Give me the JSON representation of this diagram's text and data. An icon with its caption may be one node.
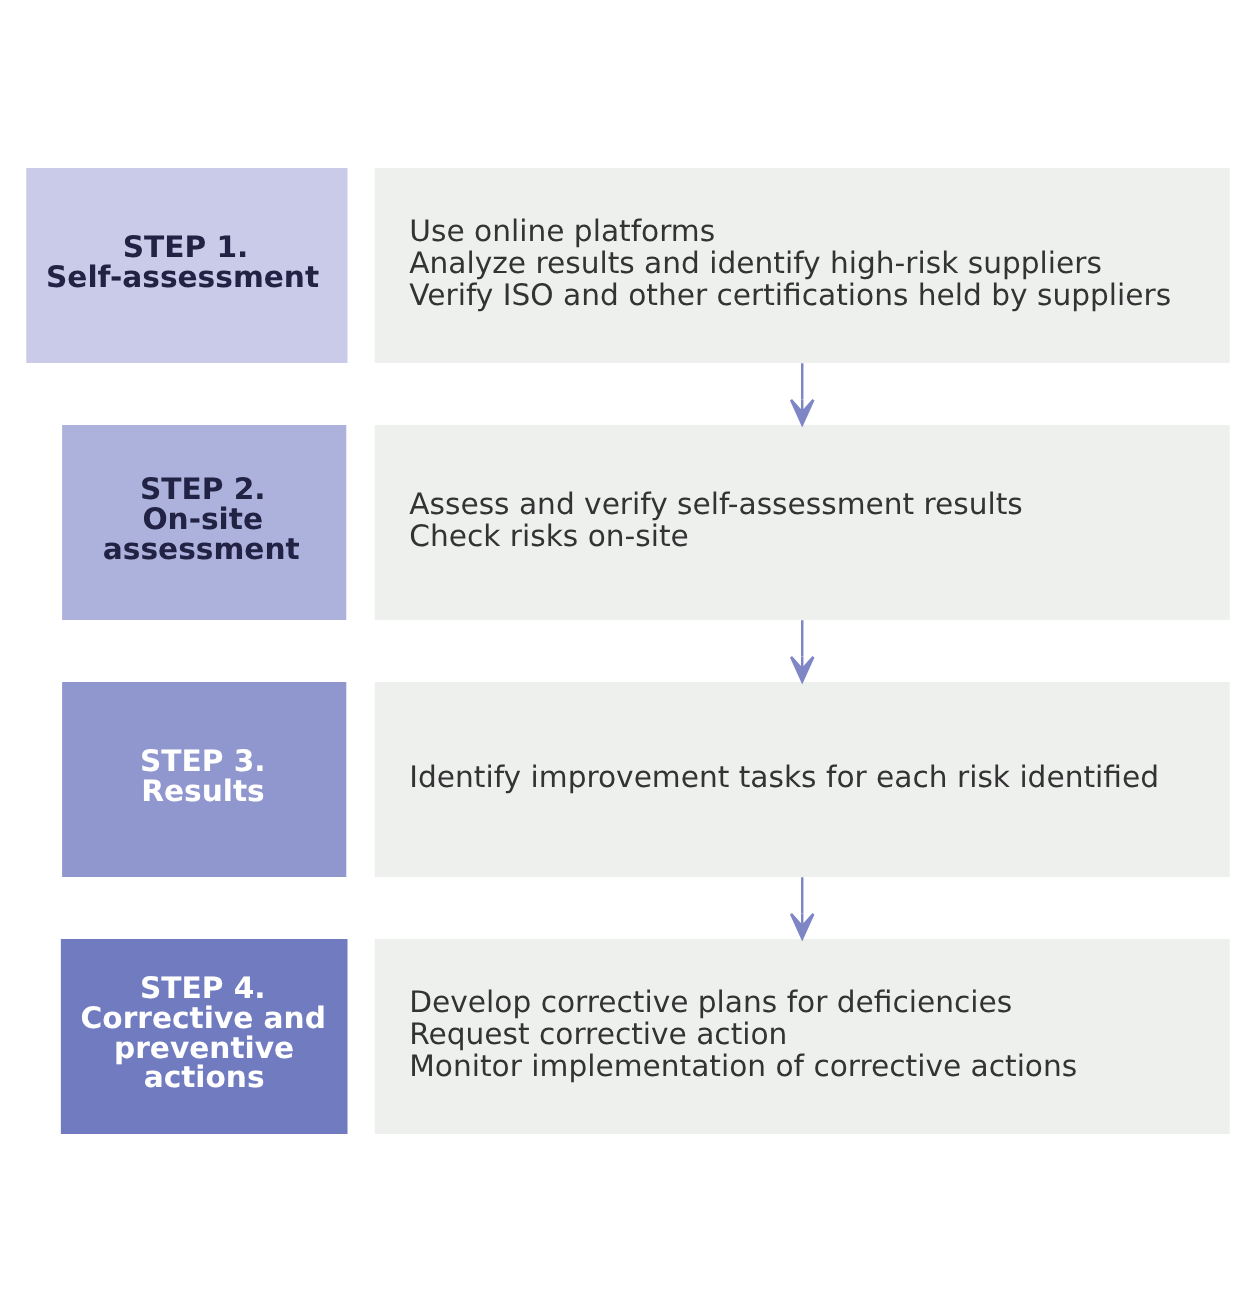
{
  "diagram": {
    "nodes": [
      {
        "text": [
          "STEP 1. Self-assessment"
        ]
      },
      {
        "text": [
          "Use online platforms",
          "Analyze results and identify high-risk suppliers",
          "Verify ISO and other certifications held by suppliers"
        ]
      },
      {
        "text": [
          "STEP 2. On-site assessment"
        ]
      },
      {
        "text": [
          "Assess and verify self-assessment results",
          "Check risks on-site"
        ]
      },
      {
        "text": [
          "STEP 3. Results"
        ]
      },
      {
        "text": [
          "Identify improvement tasks for each risk identified"
        ]
      },
      {
        "text": [
          "STEP 4. Corrective and preventive actions"
        ]
      },
      {
        "text": [
          "Develop corrective plans for deficiencies",
          "Request corrective action",
          "Monitor implementation of corrective actions"
        ]
      }
    ],
    "edges": [
      {
        "from": 1,
        "to": 3,
        "arrow": "to"
      },
      {
        "from": 3,
        "to": 5,
        "arrow": "to"
      },
      {
        "from": 5,
        "to": 7,
        "arrow": "to"
      }
    ]
  }
}
